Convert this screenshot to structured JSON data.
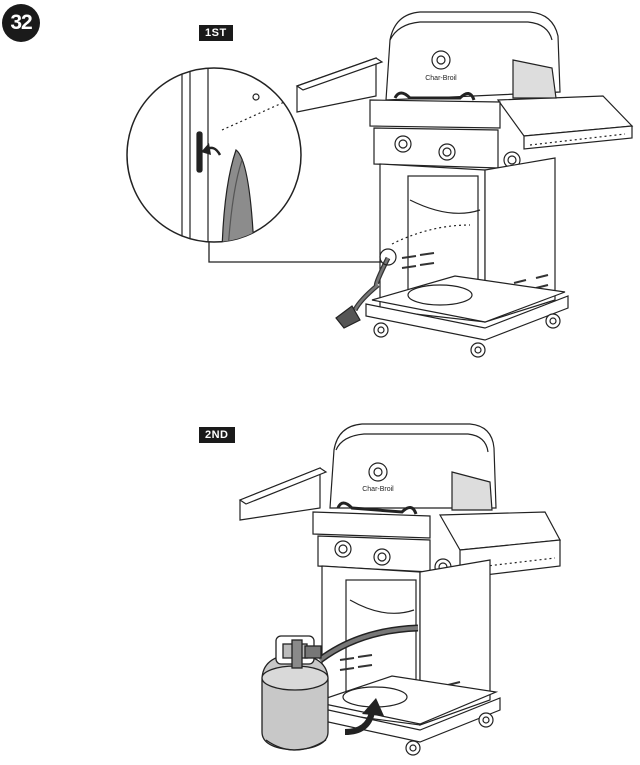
{
  "step_number": "32",
  "sub_steps": [
    {
      "label": "1ST"
    },
    {
      "label": "2ND"
    }
  ],
  "brand_logo": "Char-Broil"
}
